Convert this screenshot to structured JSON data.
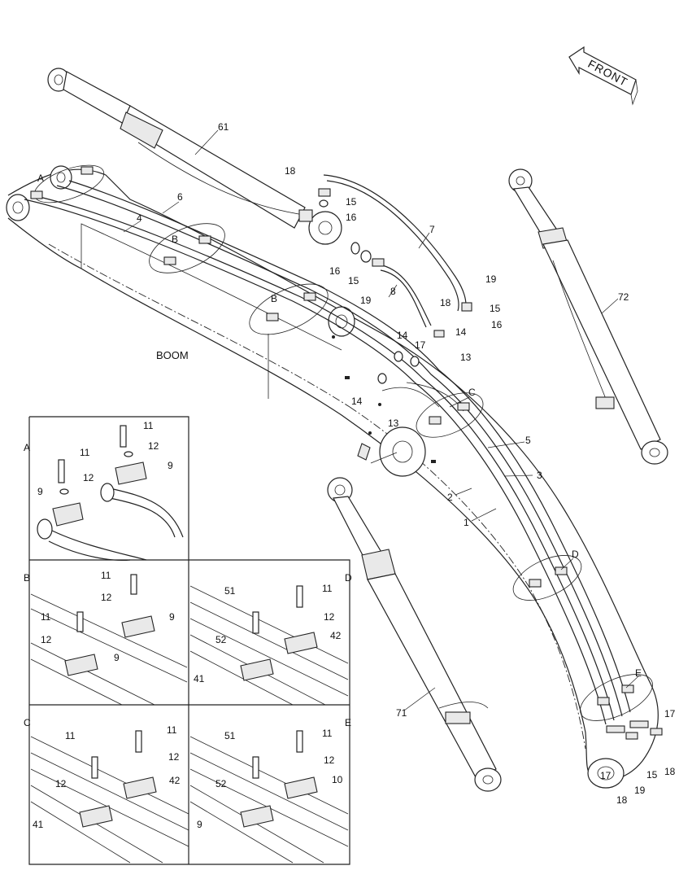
{
  "front_label": "FRONT",
  "boom_label": "BOOM",
  "callouts": {
    "61": "61",
    "72": "72",
    "71": "71",
    "7": "7",
    "8": "8",
    "6": "6",
    "4": "4",
    "5": "5",
    "3": "3",
    "2": "2",
    "1": "1",
    "18a": "18",
    "15a": "15",
    "16a": "16",
    "16b": "16",
    "15b": "15",
    "19a": "19",
    "19b": "19",
    "18b": "18",
    "15c": "15",
    "16c": "16",
    "14a": "14",
    "14b": "14",
    "17a": "17",
    "13a": "13",
    "14c": "14",
    "13b": "13",
    "17b": "17",
    "17c": "17",
    "18c": "18",
    "19c": "19",
    "15d": "15",
    "18d": "18"
  },
  "detail_letters": {
    "A": "A",
    "B": "B",
    "B2": "B",
    "C": "C",
    "D": "D",
    "E": "E"
  },
  "panels": {
    "A": {
      "letter": "A",
      "labels": [
        "11",
        "12",
        "9",
        "11",
        "12",
        "9"
      ]
    },
    "B": {
      "letter": "B",
      "labels": [
        "11",
        "12",
        "9",
        "11",
        "12",
        "9"
      ]
    },
    "C": {
      "letter": "C",
      "labels": [
        "11",
        "12",
        "41",
        "11",
        "12",
        "42"
      ]
    },
    "D": {
      "letter": "D",
      "labels": [
        "51",
        "52",
        "41",
        "11",
        "12",
        "42"
      ]
    },
    "E": {
      "letter": "E",
      "labels": [
        "51",
        "52",
        "9",
        "11",
        "12",
        "10"
      ]
    }
  }
}
